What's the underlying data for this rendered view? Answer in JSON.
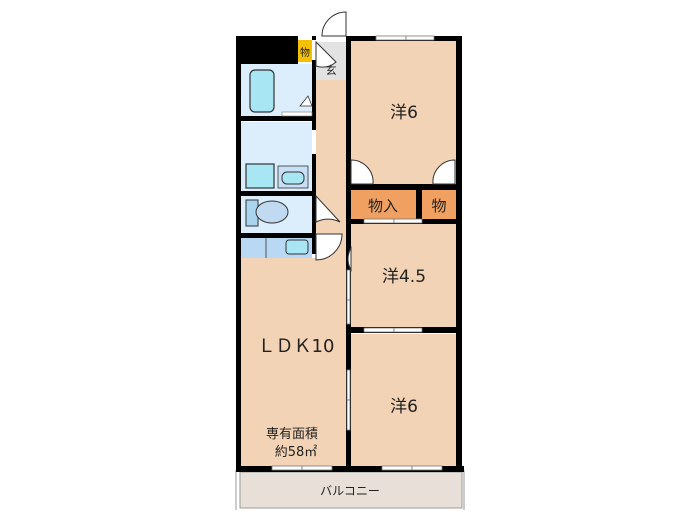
{
  "floorplan": {
    "rooms": {
      "western_top": {
        "label": "洋6"
      },
      "storage_closet": {
        "label": "物入"
      },
      "storage_small_right": {
        "label": "物"
      },
      "storage_small_top": {
        "label": "物"
      },
      "entrance": {
        "label": "玄"
      },
      "western_mid": {
        "label": "洋4.5"
      },
      "ldk": {
        "label": "ＬＤＫ10"
      },
      "western_bottom": {
        "label": "洋6"
      },
      "balcony": {
        "label": "バルコニー"
      }
    },
    "area": {
      "title": "専有面積",
      "value": "約58㎡"
    },
    "colors": {
      "room_floor": "#f3d3b5",
      "wet_area": "#dcedfb",
      "fixture": "#a8e6f4",
      "storage": "#f0a060",
      "storage_small_top": "#f5c000",
      "entrance": "#e2e2e2",
      "balcony": "#e8e0d8",
      "wall": "#000000"
    }
  }
}
